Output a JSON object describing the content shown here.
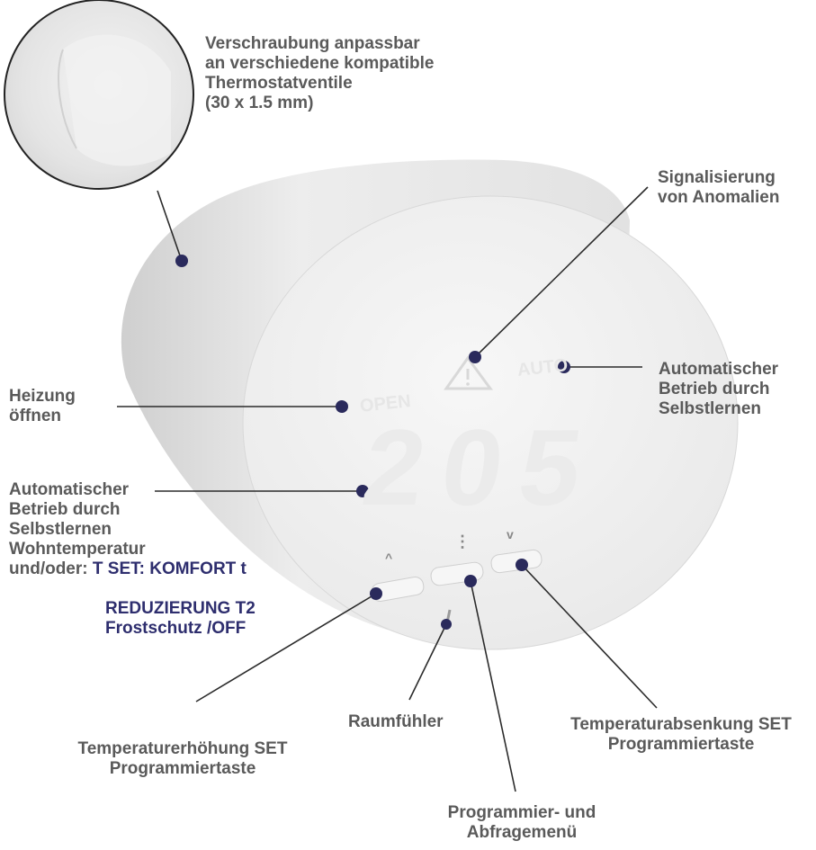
{
  "colors": {
    "label_text": "#5a5a5a",
    "highlight_text": "#2e2e6e",
    "leader_line": "#2b2b2b",
    "dot": "#2a2a5c",
    "device_body": "#ececec",
    "face_marking": "#d9d9d9"
  },
  "device": {
    "open_text": "OPEN",
    "auto_text": "AUTO",
    "display_digits": [
      "2",
      "0",
      "5"
    ],
    "up_symbol": "^",
    "menu_symbol": "⋮",
    "down_symbol": "v"
  },
  "labels": {
    "thread": [
      "Verschraubung anpassbar",
      "an verschiedene kompatible",
      "Thermostatventile",
      "(30 x 1.5 mm)"
    ],
    "anomaly": [
      "Signalisierung",
      "von Anomalien"
    ],
    "auto_mode": [
      "Automatischer",
      "Betrieb durch",
      "Selbstlernen"
    ],
    "open_heating": [
      "Heizung",
      "öffnen"
    ],
    "display": [
      "Automatischer",
      "Betrieb durch",
      "Selbstlernen",
      "Wohntemperatur"
    ],
    "display_and_or": "und/oder:",
    "display_modes": [
      "T SET: KOMFORT t",
      "REDUZIERUNG T2",
      "Frostschutz /OFF"
    ],
    "room_sensor": "Raumfühler",
    "temp_down": [
      "Temperaturabsenkung SET",
      "Programmiertaste"
    ],
    "temp_up": [
      "Temperaturerhöhung SET",
      "Programmiertaste"
    ],
    "menu": [
      "Programmier- und",
      "Abfragemenü"
    ]
  }
}
